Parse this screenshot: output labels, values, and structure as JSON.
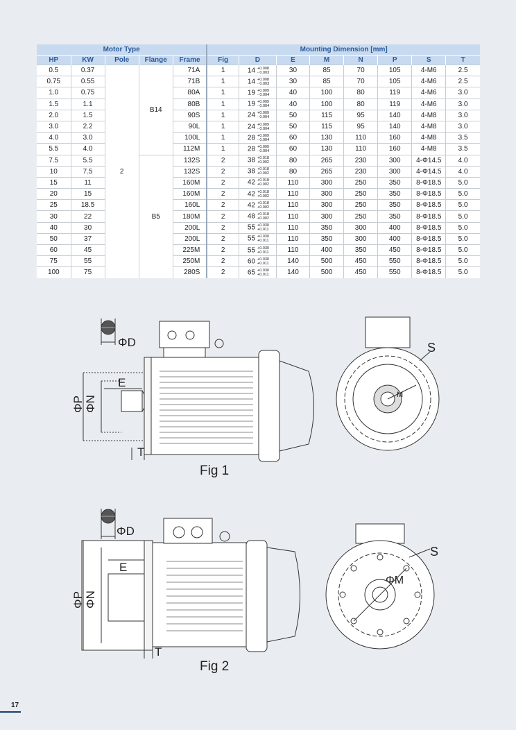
{
  "table": {
    "group_motor_type": "Motor Type",
    "group_mounting": "Mounting Dimension [mm]",
    "headers": [
      "HP",
      "KW",
      "Pole",
      "Flange",
      "Frame",
      "Fig",
      "D",
      "E",
      "M",
      "N",
      "P",
      "S",
      "T"
    ],
    "pole_value": "2",
    "flange_b14": "B14",
    "flange_b5": "B5",
    "rows": [
      {
        "hp": "0.5",
        "kw": "0.37",
        "frame": "71A",
        "fig": "1",
        "d": "14",
        "tu": "+0.008",
        "tl": "- 0.003",
        "e": "30",
        "m": "85",
        "n": "70",
        "p": "105",
        "s": "4-M6",
        "t": "2.5"
      },
      {
        "hp": "0.75",
        "kw": "0.55",
        "frame": "71B",
        "fig": "1",
        "d": "14",
        "tu": "+0.008",
        "tl": "- 0.003",
        "e": "30",
        "m": "85",
        "n": "70",
        "p": "105",
        "s": "4-M6",
        "t": "2.5"
      },
      {
        "hp": "1.0",
        "kw": "0.75",
        "frame": "80A",
        "fig": "1",
        "d": "19",
        "tu": "+0.009",
        "tl": "- 0.004",
        "e": "40",
        "m": "100",
        "n": "80",
        "p": "119",
        "s": "4-M6",
        "t": "3.0"
      },
      {
        "hp": "1.5",
        "kw": "1.1",
        "frame": "80B",
        "fig": "1",
        "d": "19",
        "tu": "+0.009",
        "tl": "- 0.004",
        "e": "40",
        "m": "100",
        "n": "80",
        "p": "119",
        "s": "4-M6",
        "t": "3.0"
      },
      {
        "hp": "2.0",
        "kw": "1.5",
        "frame": "90S",
        "fig": "1",
        "d": "24",
        "tu": "+0.009",
        "tl": "- 0.004",
        "e": "50",
        "m": "115",
        "n": "95",
        "p": "140",
        "s": "4-M8",
        "t": "3.0"
      },
      {
        "hp": "3.0",
        "kw": "2.2",
        "frame": "90L",
        "fig": "1",
        "d": "24",
        "tu": "+0.009",
        "tl": "- 0.004",
        "e": "50",
        "m": "115",
        "n": "95",
        "p": "140",
        "s": "4-M8",
        "t": "3.0"
      },
      {
        "hp": "4.0",
        "kw": "3.0",
        "frame": "100L",
        "fig": "1",
        "d": "28",
        "tu": "+0.009",
        "tl": "- 0.004",
        "e": "60",
        "m": "130",
        "n": "110",
        "p": "160",
        "s": "4-M8",
        "t": "3.5"
      },
      {
        "hp": "5.5",
        "kw": "4.0",
        "frame": "112M",
        "fig": "1",
        "d": "28",
        "tu": "+0.009",
        "tl": "- 0.004",
        "e": "60",
        "m": "130",
        "n": "110",
        "p": "160",
        "s": "4-M8",
        "t": "3.5"
      },
      {
        "hp": "7.5",
        "kw": "5.5",
        "frame": "132S",
        "fig": "2",
        "d": "38",
        "tu": "+0.018",
        "tl": "+0.002",
        "e": "80",
        "m": "265",
        "n": "230",
        "p": "300",
        "s": "4-Φ14.5",
        "t": "4.0"
      },
      {
        "hp": "10",
        "kw": "7.5",
        "frame": "132S",
        "fig": "2",
        "d": "38",
        "tu": "+0.018",
        "tl": "+0.002",
        "e": "80",
        "m": "265",
        "n": "230",
        "p": "300",
        "s": "4-Φ14.5",
        "t": "4.0"
      },
      {
        "hp": "15",
        "kw": "11",
        "frame": "160M",
        "fig": "2",
        "d": "42",
        "tu": "+0.018",
        "tl": "+0.002",
        "e": "110",
        "m": "300",
        "n": "250",
        "p": "350",
        "s": "8-Φ18.5",
        "t": "5.0"
      },
      {
        "hp": "20",
        "kw": "15",
        "frame": "160M",
        "fig": "2",
        "d": "42",
        "tu": "+0.018",
        "tl": "+0.002",
        "e": "110",
        "m": "300",
        "n": "250",
        "p": "350",
        "s": "8-Φ18.5",
        "t": "5.0"
      },
      {
        "hp": "25",
        "kw": "18.5",
        "frame": "160L",
        "fig": "2",
        "d": "42",
        "tu": "+0.018",
        "tl": "+0.002",
        "e": "110",
        "m": "300",
        "n": "250",
        "p": "350",
        "s": "8-Φ18.5",
        "t": "5.0"
      },
      {
        "hp": "30",
        "kw": "22",
        "frame": "180M",
        "fig": "2",
        "d": "48",
        "tu": "+0.018",
        "tl": "+0.002",
        "e": "110",
        "m": "300",
        "n": "250",
        "p": "350",
        "s": "8-Φ18.5",
        "t": "5.0"
      },
      {
        "hp": "40",
        "kw": "30",
        "frame": "200L",
        "fig": "2",
        "d": "55",
        "tu": "+0.030",
        "tl": "+0.011",
        "e": "110",
        "m": "350",
        "n": "300",
        "p": "400",
        "s": "8-Φ18.5",
        "t": "5.0"
      },
      {
        "hp": "50",
        "kw": "37",
        "frame": "200L",
        "fig": "2",
        "d": "55",
        "tu": "+0.030",
        "tl": "+0.011",
        "e": "110",
        "m": "350",
        "n": "300",
        "p": "400",
        "s": "8-Φ18.5",
        "t": "5.0"
      },
      {
        "hp": "60",
        "kw": "45",
        "frame": "225M",
        "fig": "2",
        "d": "55",
        "tu": "+0.030",
        "tl": "+0.011",
        "e": "110",
        "m": "400",
        "n": "350",
        "p": "450",
        "s": "8-Φ18.5",
        "t": "5.0"
      },
      {
        "hp": "75",
        "kw": "55",
        "frame": "250M",
        "fig": "2",
        "d": "60",
        "tu": "+0.030",
        "tl": "+0.011",
        "e": "140",
        "m": "500",
        "n": "450",
        "p": "550",
        "s": "8-Φ18.5",
        "t": "5.0"
      },
      {
        "hp": "100",
        "kw": "75",
        "frame": "280S",
        "fig": "2",
        "d": "65",
        "tu": "+0.030",
        "tl": "+0.011",
        "e": "140",
        "m": "500",
        "n": "450",
        "p": "550",
        "s": "8-Φ18.5",
        "t": "5.0"
      }
    ]
  },
  "fig1": {
    "label": "Fig 1",
    "phi_d": "ΦD",
    "e": "E",
    "phi_p": "ΦP",
    "phi_n": "ΦN",
    "t": "T",
    "s": "S",
    "m": "M"
  },
  "fig2": {
    "label": "Fig 2",
    "phi_d": "ΦD",
    "e": "E",
    "phi_p": "ΦP",
    "phi_n": "ΦN",
    "t": "T",
    "s": "S",
    "phi_m": "ΦM"
  },
  "page_number": "17"
}
